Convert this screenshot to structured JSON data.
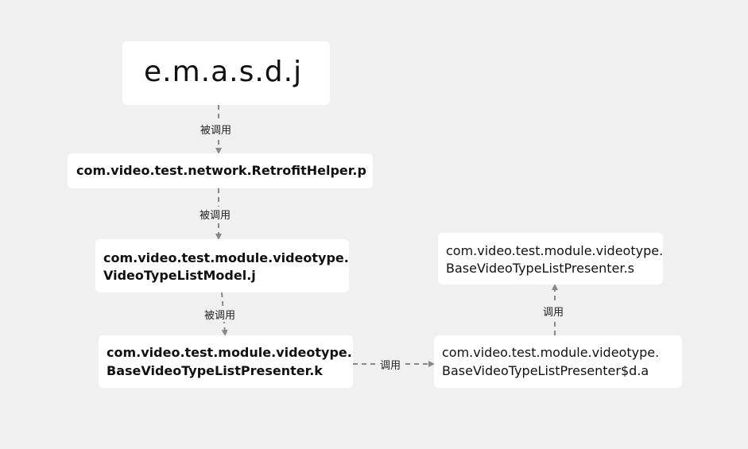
{
  "nodes": {
    "emasdj": {
      "line1": "e.m.a.s.d.j"
    },
    "retrofit": {
      "line1": "com.video.test.network.RetrofitHelper.p"
    },
    "model": {
      "line1": "com.video.test.module.videotype.",
      "line2": "VideoTypeListModel.j"
    },
    "presenter_k": {
      "line1": "com.video.test.module.videotype.",
      "line2": "BaseVideoTypeListPresenter.k"
    },
    "presenter_da": {
      "line1": "com.video.test.module.videotype.",
      "line2": "BaseVideoTypeListPresenter$d.a"
    },
    "presenter_s": {
      "line1": "com.video.test.module.videotype.",
      "line2": "BaseVideoTypeListPresenter.s"
    }
  },
  "edges": {
    "e1": "被调用",
    "e2": "被调用",
    "e3": "被调用",
    "e4": "调用",
    "e5": "调用"
  },
  "colors": {
    "background": "#f0f0f0",
    "node": "#ffffff",
    "edge": "#888888"
  }
}
